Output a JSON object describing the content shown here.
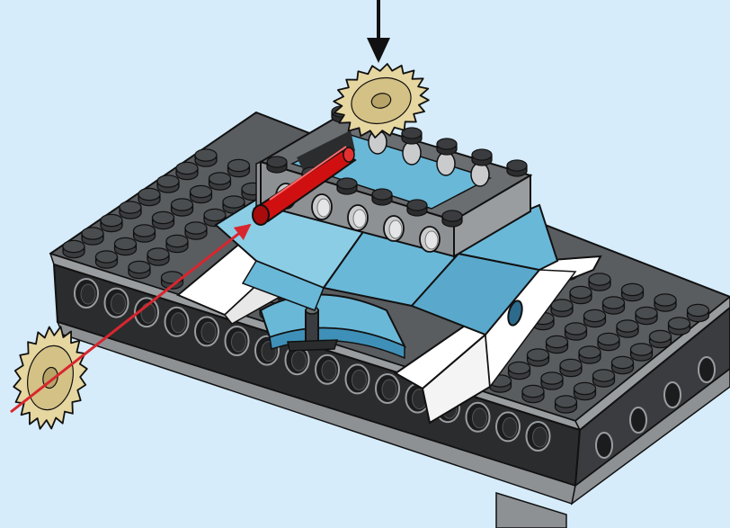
{
  "colors": {
    "background": "#d6ecfa",
    "plate_dark_gray": "#5a5d60",
    "plate_side_black": "#2b2c2e",
    "light_gray": "#8e9194",
    "white": "#ffffff",
    "medium_azure": "#6ab8d8",
    "bright_red": "#d01010",
    "tan": "#e6d6a0",
    "arrow_red": "#d8262e",
    "outline": "#111111"
  },
  "icons": {
    "down_arrow": "down-arrow-icon",
    "insert_arrow": "insert-arrow-icon"
  },
  "parts": [
    "large-gray-plate",
    "dark-technic-brick-front",
    "dark-technic-brick-right",
    "white-slope-bricks",
    "azure-slope-wedges",
    "gray-technic-frame",
    "red-axle-connector",
    "azure-arch-tile",
    "black-axle-pin",
    "tan-gear-top",
    "tan-gear-loose"
  ]
}
